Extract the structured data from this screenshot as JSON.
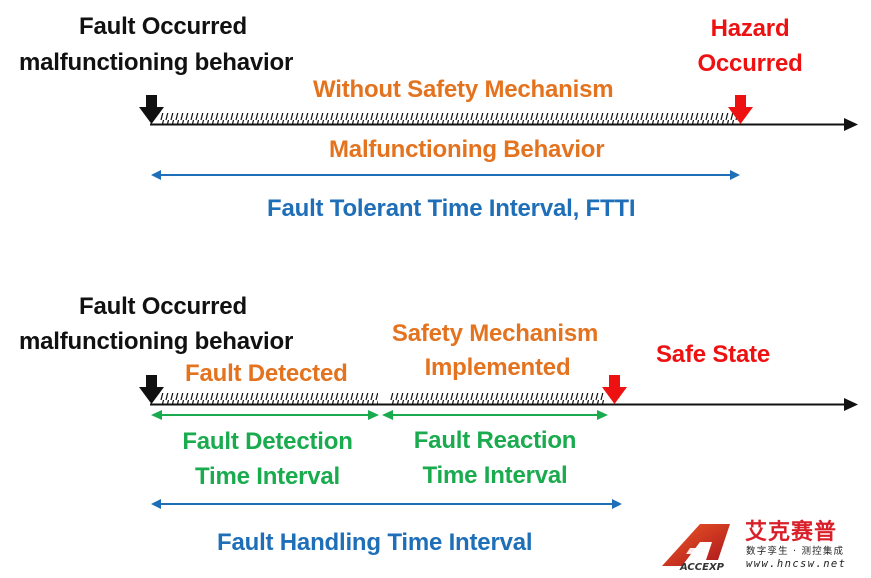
{
  "colors": {
    "black": "#111111",
    "orange": "#e4731f",
    "red": "#ee1111",
    "blue": "#1f6fb8",
    "green": "#1aab4f"
  },
  "top_diagram": {
    "fault_title": "Fault Occurred",
    "fault_subtitle": "malfunctioning behavior",
    "hazard_line1": "Hazard",
    "hazard_line2": "Occurred",
    "without_label": "Without Safety Mechanism",
    "malfunction_label": "Malfunctioning Behavior",
    "ftti_label": "Fault Tolerant Time Interval, FTTI"
  },
  "bottom_diagram": {
    "fault_title": "Fault Occurred",
    "fault_subtitle": "malfunctioning behavior",
    "fault_detected": "Fault Detected",
    "safety_line1": "Safety Mechanism",
    "safety_line2": "Implemented",
    "safe_state": "Safe State",
    "detection_line1": "Fault Detection",
    "detection_line2": "Time Interval",
    "reaction_line1": "Fault Reaction",
    "reaction_line2": "Time Interval",
    "handling_label": "Fault Handling Time Interval"
  },
  "watermark": {
    "brand_cn": "艾克赛普",
    "tagline_cn": "数字孪生 · 测控集成",
    "url": "www.hncsw.net",
    "mark_text": "ACCEXP"
  }
}
